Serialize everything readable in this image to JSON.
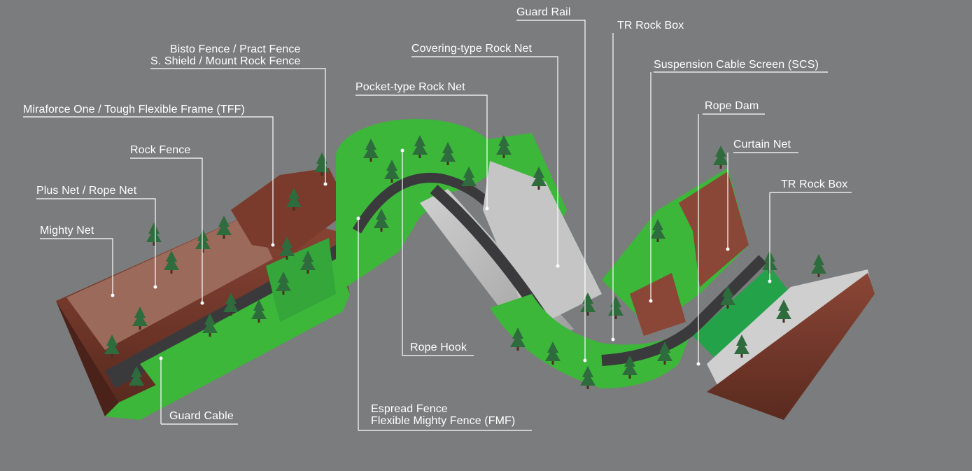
{
  "colors": {
    "background": "#7b7c7d",
    "grass": "#3cb73a",
    "soil": "#7a3a2c",
    "road": "#3a3a3c",
    "concrete": "#b9b9b9",
    "tree": "#2f6a3e",
    "label_text": "#ffffff",
    "leader_line": "#ffffff"
  },
  "labels": {
    "guard_rail": "Guard Rail",
    "tr_rock_box_top": "TR Rock Box",
    "covering_rock_net": "Covering-type Rock Net",
    "bisto_fence": "Bisto Fence / Pract Fence",
    "s_shield": "S. Shield / Mount Rock Fence",
    "scs": "Suspension Cable Screen (SCS)",
    "pocket_rock_net": "Pocket-type Rock Net",
    "miraforce": "Miraforce One / Tough Flexible Frame (TFF)",
    "rope_dam": "Rope Dam",
    "rock_fence": "Rock Fence",
    "curtain_net": "Curtain Net",
    "plus_net": "Plus Net / Rope Net",
    "tr_rock_box_right": "TR Rock Box",
    "mighty_net": "Mighty Net",
    "rope_hook": "Rope Hook",
    "espread_fence": "Espread Fence",
    "fmf": "Flexible Mighty Fence (FMF)",
    "guard_cable": "Guard Cable"
  }
}
